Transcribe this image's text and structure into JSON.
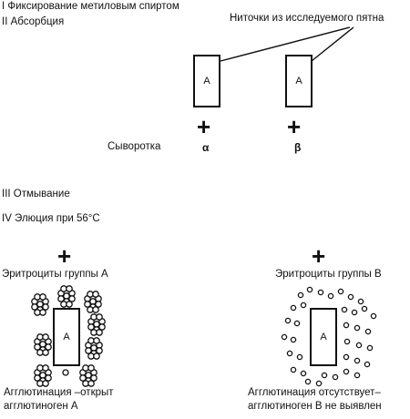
{
  "steps": {
    "step1": "I  Фиксирование метиловым спиртом",
    "step2": "II  Абсорбция",
    "step3": "III  Отмывание",
    "step4": "IV  Элюция  при 56°C"
  },
  "absorption": {
    "threads_label": "Ниточки из исследуемого пятна",
    "box_left_label": "A",
    "box_right_label": "A",
    "plus_symbol": "+",
    "serum_label": "Сыворотка",
    "serum_alpha": "α",
    "serum_beta": "β"
  },
  "elution": {
    "plus_symbol": "+",
    "left": {
      "cells_label": "Эритроциты группы A",
      "box_label": "A",
      "result_line1": "Агглютинация –открыт",
      "result_line2": "агглютиноген A"
    },
    "right": {
      "cells_label": "Эритроциты группы B",
      "box_label": "A",
      "result_line1": "Агглютинация отсутствует–",
      "result_line2": "агглютиноген B не выявлен"
    }
  }
}
